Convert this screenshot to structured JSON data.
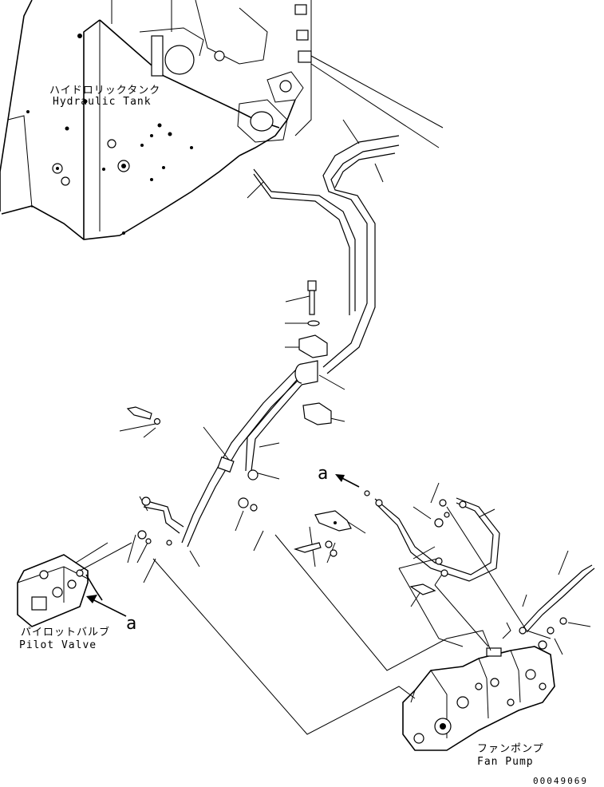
{
  "labels": {
    "hydraulic_tank_jp": "ハイドロリックタンク",
    "hydraulic_tank_en": "Hydraulic Tank",
    "pilot_valve_jp": "パイロットバルブ",
    "pilot_valve_en": "Pilot Valve",
    "fan_pump_jp": "ファンポンプ",
    "fan_pump_en": "Fan Pump",
    "callout_a_1": "a",
    "callout_a_2": "a",
    "drawing_number": "00049069"
  }
}
